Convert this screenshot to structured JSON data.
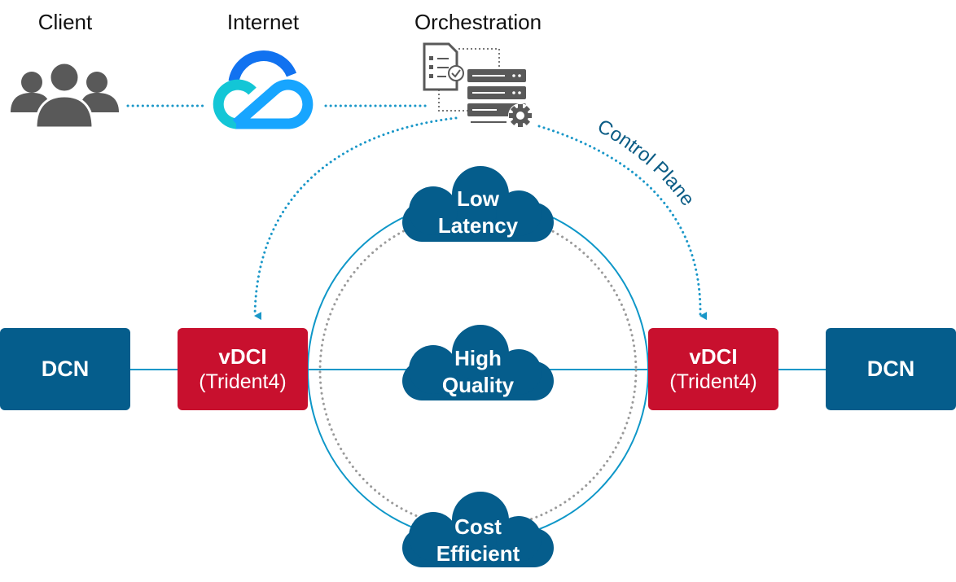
{
  "colors": {
    "dcn": "#055d8c",
    "vdci": "#c8102e",
    "cloud": "#055d8c",
    "link_line": "#0e97c8",
    "control_dots": "#1a97c8",
    "ring_dotted": "#999999",
    "icon_gray": "#595959",
    "control_plane_text": "#0b5c85"
  },
  "top_labels": {
    "client": "Client",
    "internet": "Internet",
    "orchestration": "Orchestration"
  },
  "icons": {
    "client": "users-group-icon",
    "internet": "cloud-logo-icon",
    "orchestration": "servers-gear-document-icon"
  },
  "control_plane_label": "Control Plane",
  "left_dcn": {
    "label": "DCN"
  },
  "right_dcn": {
    "label": "DCN"
  },
  "left_vdci": {
    "title": "vDCI",
    "subtitle": "(Trident4)"
  },
  "right_vdci": {
    "title": "vDCI",
    "subtitle": "(Trident4)"
  },
  "clouds": [
    {
      "line1": "Low",
      "line2": "Latency"
    },
    {
      "line1": "High",
      "line2": "Quality"
    },
    {
      "line1": "Cost",
      "line2": "Efficient"
    }
  ]
}
